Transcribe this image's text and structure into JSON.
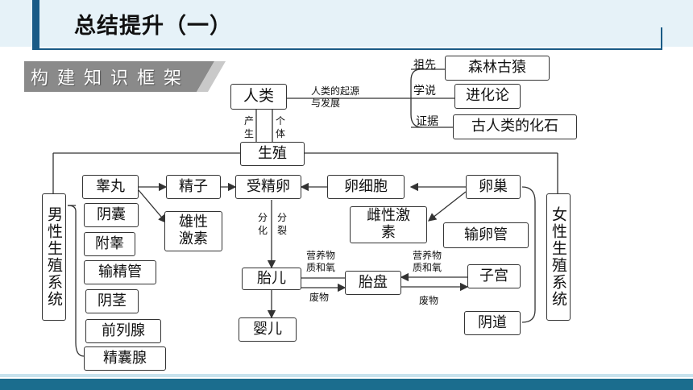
{
  "header": {
    "title": "总结提升（一）"
  },
  "subtitle": "构建知识框架",
  "nodes": {
    "human": "人类",
    "forest_ape": "森林古猿",
    "evolution": "进化论",
    "fossil": "古人类的化石",
    "reproduction": "生殖",
    "testis": "睾丸",
    "scrotum": "阴囊",
    "epididymis": "附睾",
    "vas_deferens": "输精管",
    "penis": "阴茎",
    "prostate": "前列腺",
    "seminal_vesicle": "精囊腺",
    "sperm": "精子",
    "male_hormone": "雄性激素",
    "zygote": "受精卵",
    "egg": "卵细胞",
    "ovary": "卵巢",
    "female_hormone": "雌性激素",
    "oviduct": "输卵管",
    "uterus": "子宫",
    "vagina": "阴道",
    "fetus": "胎儿",
    "placenta": "胎盘",
    "infant": "婴儿",
    "male_system": "男性生殖系统",
    "female_system": "女性生殖系统"
  },
  "labels": {
    "origin": "人类的起源与发展",
    "ancestor": "祖先",
    "theory": "学说",
    "evidence": "证据",
    "produce": "产生",
    "individual": "个体",
    "differentiate": "分化",
    "divide": "分裂",
    "nutrients_left": "营养物质和氧",
    "waste_left": "废物",
    "nutrients_right": "营养物质和氧",
    "waste_right": "废物"
  }
}
